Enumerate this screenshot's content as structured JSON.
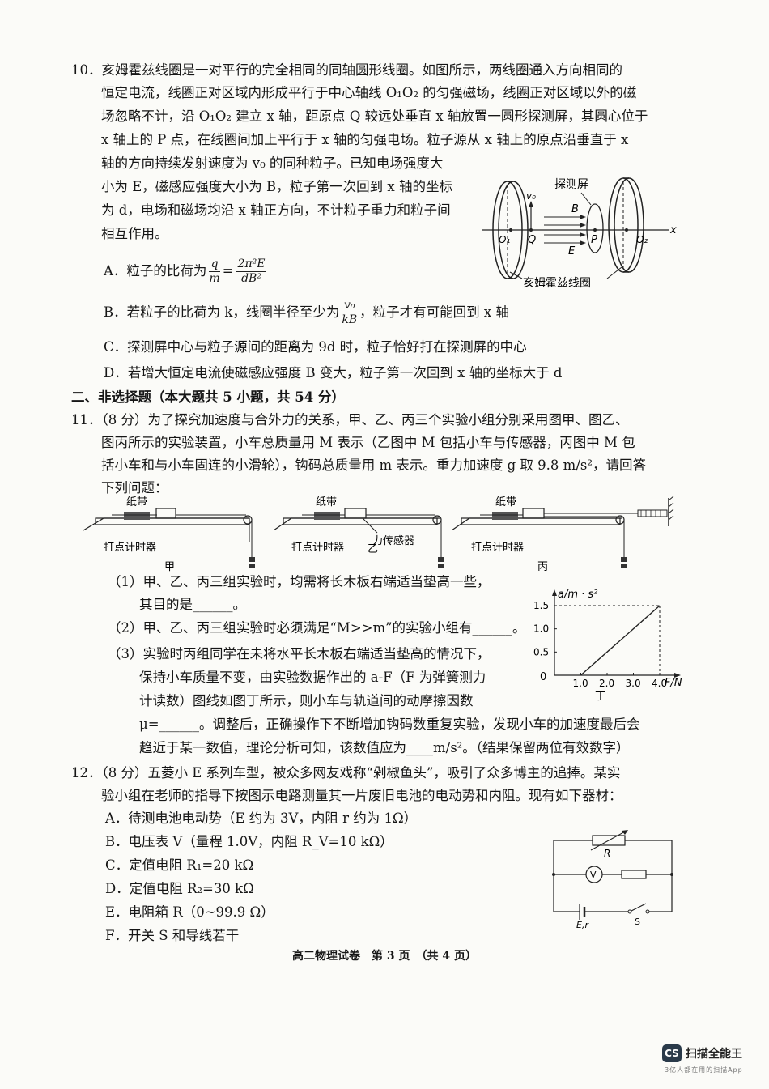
{
  "q10": {
    "lines": [
      "10．亥姆霍兹线圈是一对平行的完全相同的同轴圆形线圈。如图所示，两线圈通入方向相同的",
      "恒定电流，线圈正对区域内形成平行于中心轴线 O₁O₂ 的匀强磁场，线圈正对区域以外的磁",
      "场忽略不计，沿 O₁O₂ 建立 x 轴，距原点 Q 较远处垂直 x 轴放置一圆形探测屏，其圆心位于",
      "x 轴上的 P 点，在线圈间加上平行于 x 轴的匀强电场。粒子源从 x 轴上的原点沿垂直于 x",
      "轴的方向持续发射速度为 v₀ 的同种粒子。已知电场强度大",
      "小为 E，磁感应强度大小为 B，粒子第一次回到 x 轴的坐标",
      "为 d，电场和磁场均沿 x 轴正方向，不计粒子重力和粒子间",
      "相互作用。"
    ],
    "optA_prefix": "A．粒子的比荷为",
    "optA_frac1_num": "q",
    "optA_frac1_den": "m",
    "optA_eq": "=",
    "optA_frac2_num": "2π²E",
    "optA_frac2_den": "dB²",
    "optB_prefix": "B．若粒子的比荷为 k，线圈半径至少为",
    "optB_frac_num": "v₀",
    "optB_frac_den": "kB",
    "optB_suffix": "，粒子才有可能回到 x 轴",
    "optC": "C．探测屏中心与粒子源间的距离为 9d 时，粒子恰好打在探测屏的中心",
    "optD": "D．若增大恒定电流使磁感应强度 B 变大，粒子第一次回到 x 轴的坐标大于 d",
    "fig": {
      "label_screen": "探测屏",
      "label_v0": "v₀",
      "label_B": "B",
      "label_E": "E",
      "label_O1": "O₁",
      "label_Q": "Q",
      "label_P": "P",
      "label_O2": "O₂",
      "label_x": "x",
      "caption": "亥姆霍兹线圈"
    }
  },
  "section2": "二、非选择题（本大题共 5 小题，共 54 分）",
  "q11": {
    "lines": [
      "11．（8 分）为了探究加速度与合外力的关系，甲、乙、丙三个实验小组分别采用图甲、图乙、",
      "图丙所示的实验装置，小车总质量用 M 表示（乙图中 M 包括小车与传感器，丙图中 M 包",
      "括小车和与小车固连的小滑轮），钩码总质量用 m 表示。重力加速度 g 取 9.8 m/s²，请回答",
      "下列问题："
    ],
    "fig": {
      "tape": "纸带",
      "timer": "打点计时器",
      "sensor": "力传感器",
      "jia": "甲",
      "yi": "乙",
      "bing": "丙"
    },
    "sub1a": "（1）甲、乙、丙三组实验时，均需将长木板右端适当垫高一些，",
    "sub1b": "其目的是______。",
    "sub2": "（2）甲、乙、丙三组实验时必须满足“M>>m”的实验小组有______。",
    "sub3a": "（3）实验时丙组同学在未将水平长木板右端适当垫高的情况下，",
    "sub3b": "保持小车质量不变，由实验数据作出的 a-F（F 为弹簧测力",
    "sub3c": "计读数）图线如图丁所示，则小车与轨道间的动摩擦因数",
    "sub3d": "μ=______。调整后，正确操作下不断增加钩码数重复实验，发现小车的加速度最后会",
    "sub3e": "趋近于某一数值，理论分析可知，该数值应为____m/s²。（结果保留两位有效数字）"
  },
  "chart_data": {
    "type": "line",
    "title": "",
    "xlabel": "F/N",
    "ylabel": "a/m · s²",
    "caption": "丁",
    "x": [
      1.0,
      4.0
    ],
    "y": [
      0,
      1.5
    ],
    "xlim": [
      0,
      4.0
    ],
    "ylim": [
      0,
      1.5
    ],
    "x_ticks": [
      1.0,
      2.0,
      3.0,
      4.0
    ],
    "x_tick_labels": [
      "1.0",
      "2.0",
      "3.0",
      "4.0"
    ],
    "y_ticks": [
      0.5,
      1.0,
      1.5
    ],
    "y_tick_labels": [
      "0.5",
      "1.0",
      "1.5"
    ],
    "origin_label": "0",
    "dashed_guides": true
  },
  "q12": {
    "lines": [
      "12．（8 分）五菱小 E 系列车型，被众多网友戏称“剁椒鱼头”，吸引了众多博主的追捧。某实",
      "验小组在老师的指导下按图示电路测量其一片废旧电池的电动势和内阻。现有如下器材："
    ],
    "items": [
      "A．待测电池电动势（E 约为 3V，内阻 r 约为 1Ω）",
      "B．电压表 V（量程 1.0V，内阻 R_V=10 kΩ）",
      "C．定值电阻 R₁=20 kΩ",
      "D．定值电阻 R₂=30 kΩ",
      "E．电阻箱 R（0~99.9 Ω）",
      "F．开关 S 和导线若干"
    ],
    "circuit": {
      "label_R": "R",
      "label_V": "V",
      "label_Er": "E,r",
      "label_S": "S"
    }
  },
  "footer": "高二物理试卷　第 3 页　（共 4 页）",
  "watermark": {
    "logo": "CS",
    "name": "扫描全能王",
    "sub": "3亿人都在用的扫描App"
  }
}
